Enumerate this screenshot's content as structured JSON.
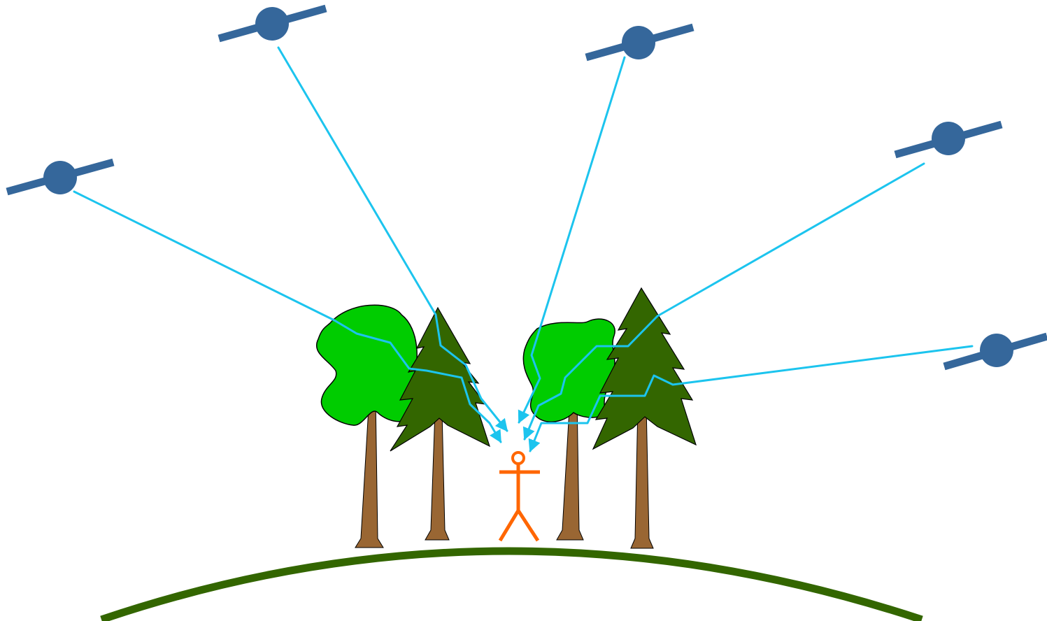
{
  "colors": {
    "background": "#ffffff",
    "satellite": "#35679b",
    "signal": "#1cc4ee",
    "deciduous_canopy": "#00cc00",
    "conifer_foliage": "#336600",
    "trunk": "#996633",
    "ground": "#336600",
    "person": "#ff6600"
  },
  "diagram": {
    "satellites": [
      {
        "id": "sat-1",
        "icon": "satellite-icon"
      },
      {
        "id": "sat-2",
        "icon": "satellite-icon"
      },
      {
        "id": "sat-3",
        "icon": "satellite-icon"
      },
      {
        "id": "sat-4",
        "icon": "satellite-icon"
      },
      {
        "id": "sat-5",
        "icon": "satellite-icon"
      },
      {
        "id": "sat-6",
        "icon": "satellite-icon"
      }
    ],
    "trees": [
      {
        "kind": "deciduous",
        "icon": "deciduous-tree-icon"
      },
      {
        "kind": "conifer",
        "icon": "conifer-tree-icon"
      },
      {
        "kind": "deciduous",
        "icon": "deciduous-tree-icon"
      },
      {
        "kind": "conifer",
        "icon": "conifer-tree-icon"
      }
    ],
    "receiver": {
      "icon": "person-icon"
    },
    "ground": {
      "icon": "earth-horizon-icon"
    }
  }
}
